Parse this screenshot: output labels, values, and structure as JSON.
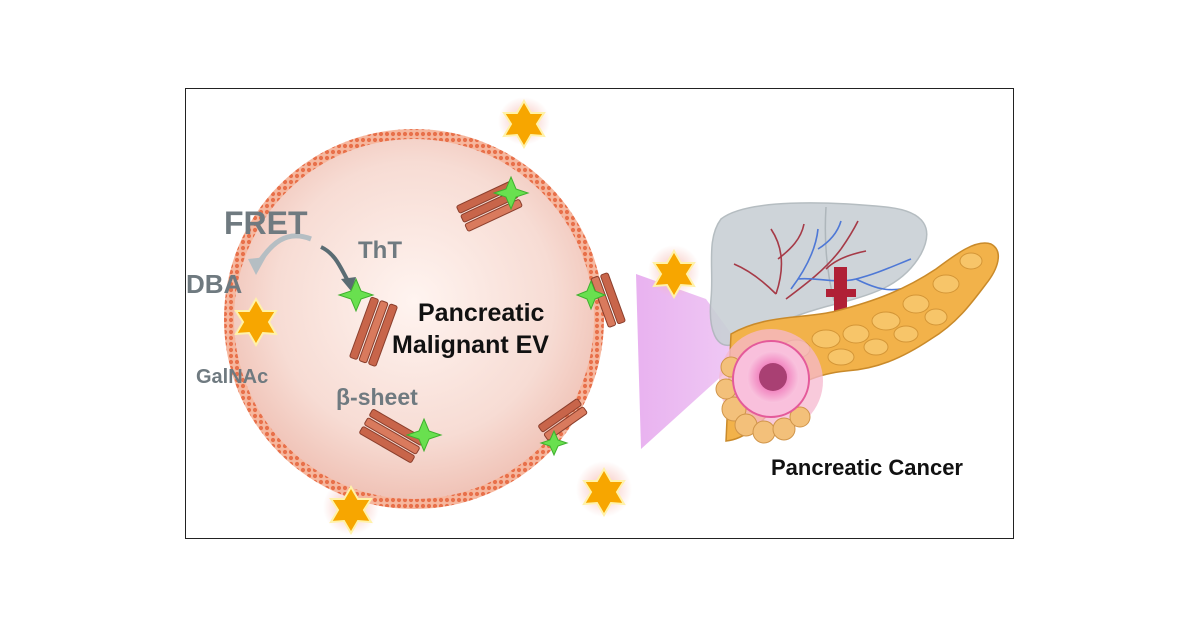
{
  "labels": {
    "fret": "FRET",
    "dba": "DBA",
    "galnac": "GalNAc",
    "tht": "ThT",
    "beta_sheet": "β-sheet",
    "ev_line1": "Pancreatic",
    "ev_line2": "Malignant EV",
    "organ": "Pancreatic Cancer"
  },
  "colors": {
    "membrane": "#e8704a",
    "ev_fill": "#f6d6cf",
    "star": "#f7a600",
    "tht_star": "#69e04f",
    "beta_sheet": "#c8654a",
    "label_gray": "#6f7a80",
    "liver": "#c9d0d5",
    "pancreas": "#f2b24a",
    "tumor": "#e45a9a"
  }
}
